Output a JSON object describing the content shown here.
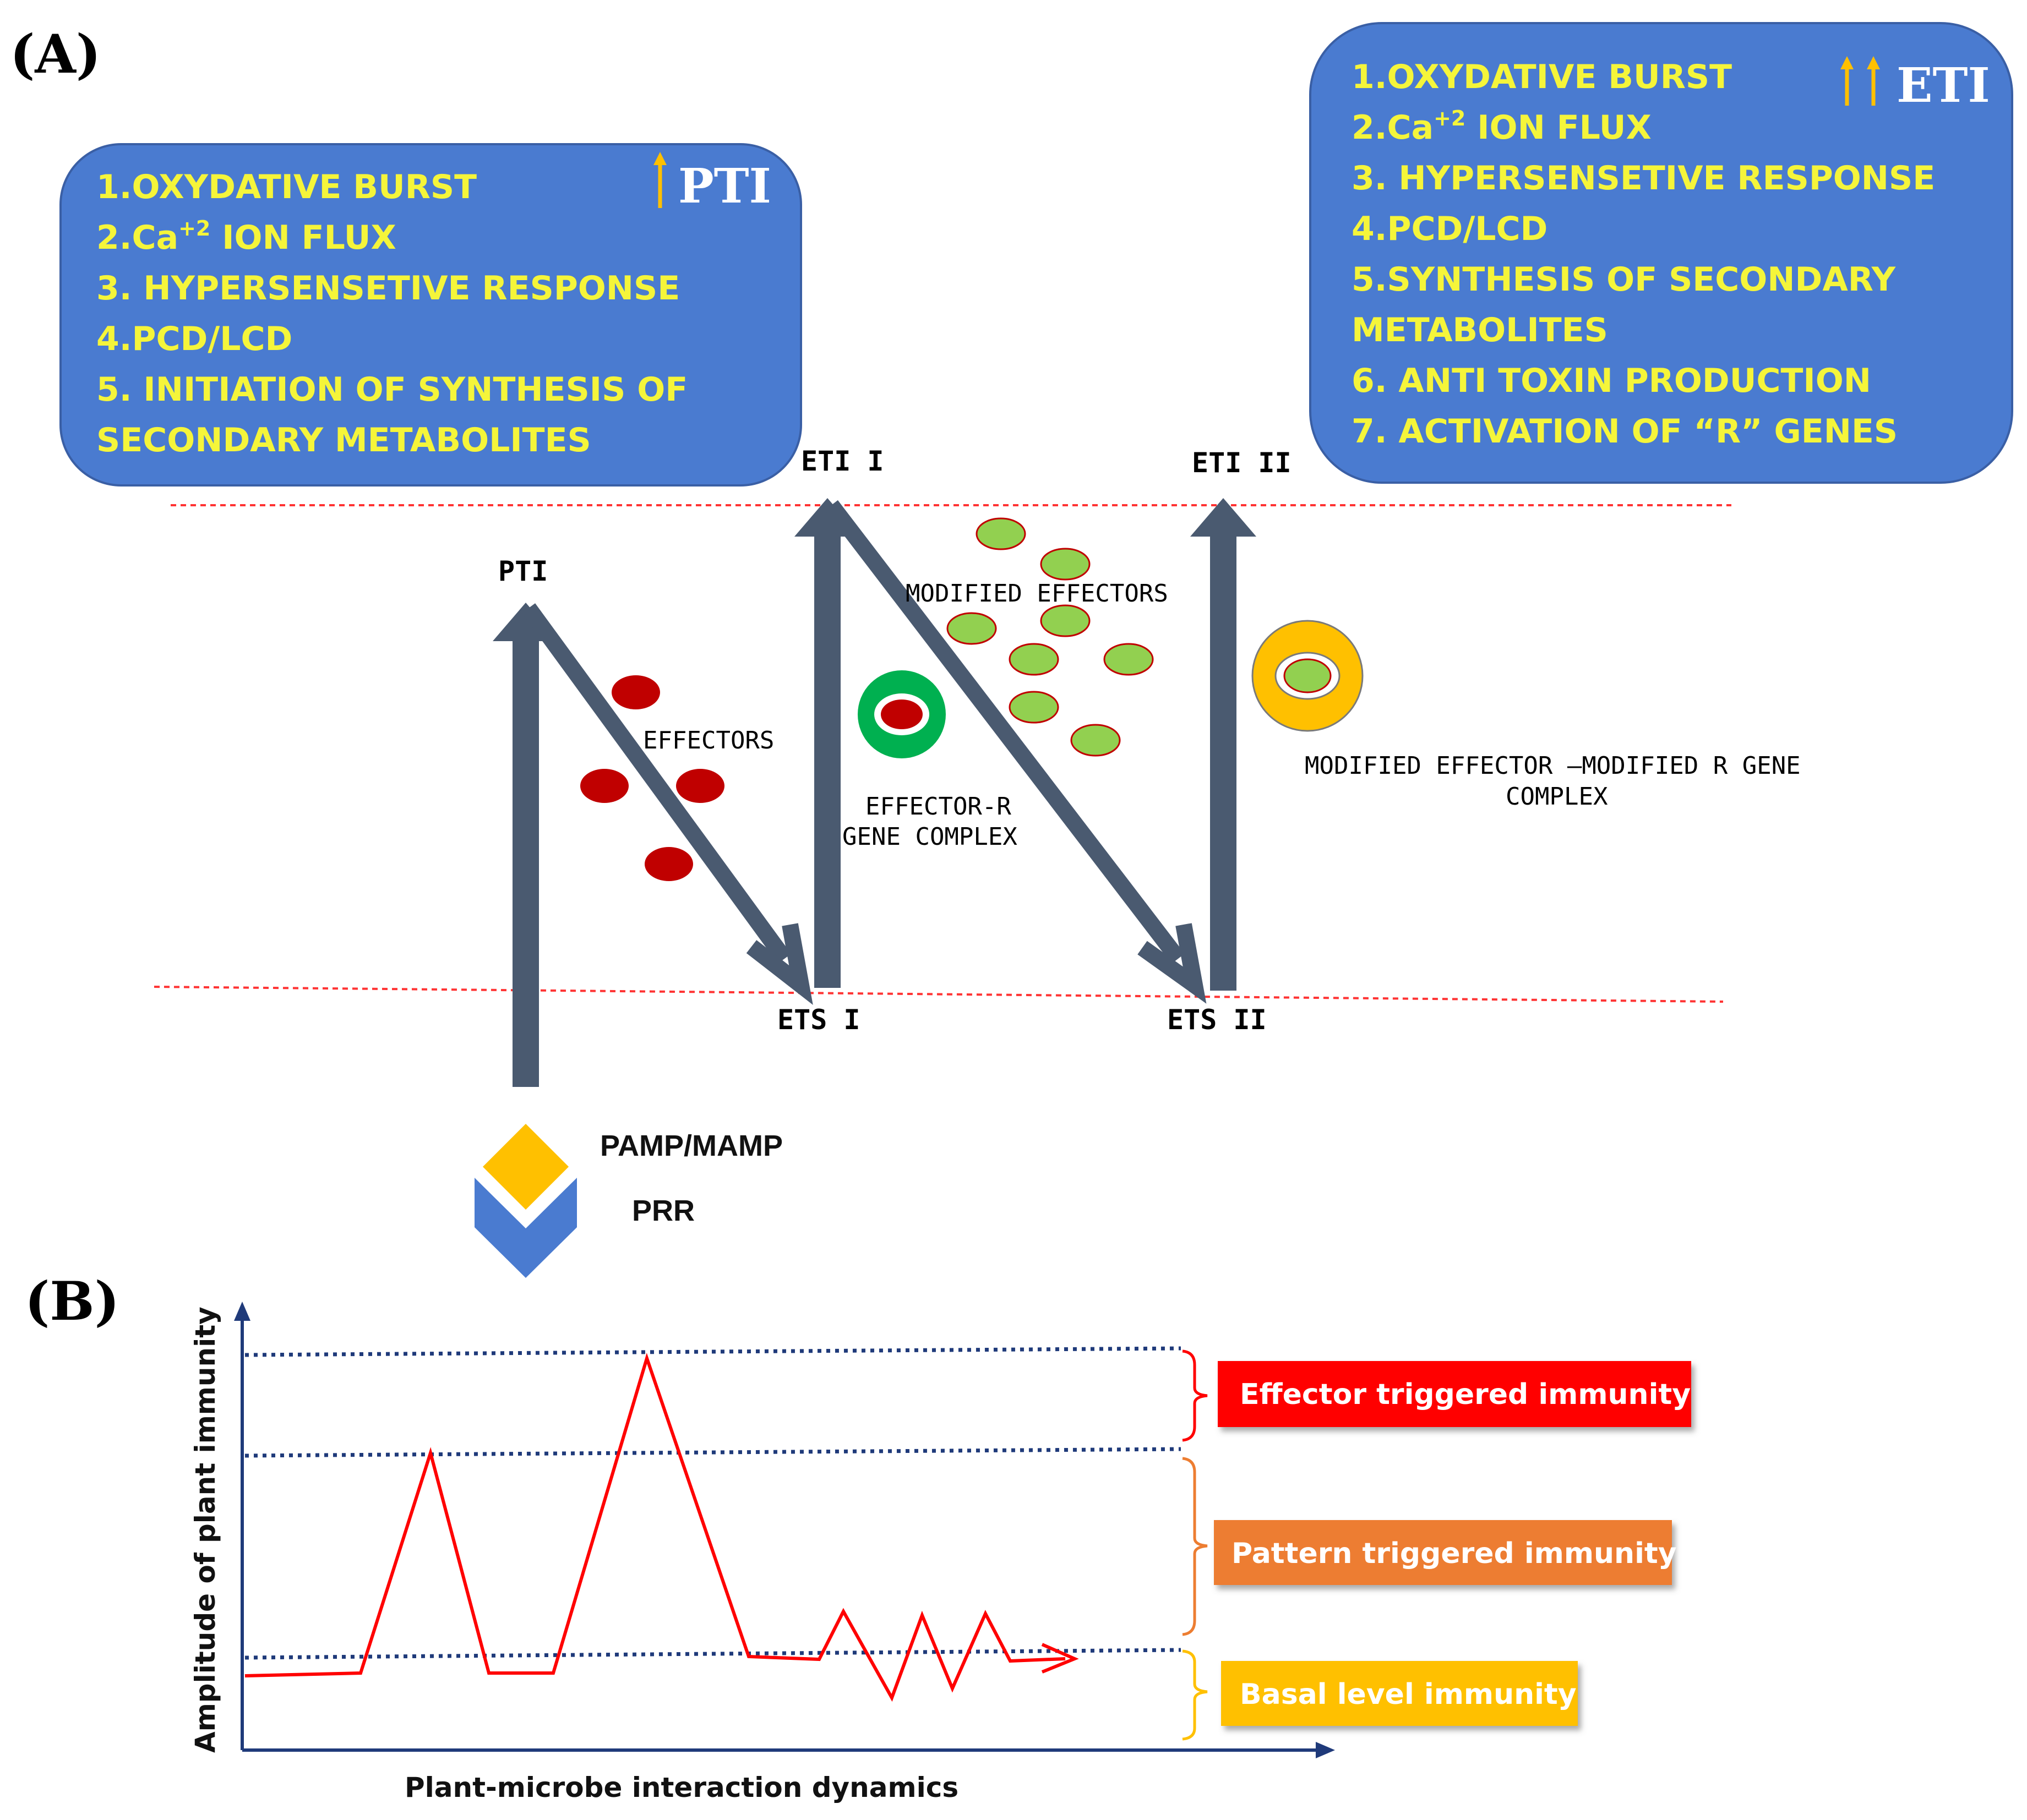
{
  "panel_a": {
    "label": "(A)",
    "pti_box": {
      "tag": "PTI",
      "lines": [
        {
          "text": "1.OXYDATIVE BURST"
        },
        {
          "text": "2.Ca",
          "sup": "+2",
          "rest": " ION FLUX"
        },
        {
          "text": "3. HYPERSENSETIVE  RESPONSE"
        },
        {
          "text": "4.PCD/LCD"
        },
        {
          "text": "5. INITIATION  OF  SYNTHESIS  OF"
        },
        {
          "text": "SECONDARY  METABOLITES"
        }
      ]
    },
    "eti_box": {
      "tag": "ETI",
      "lines": [
        {
          "text": "1.OXYDATIVE  BURST"
        },
        {
          "text": "2.Ca",
          "sup": "+2",
          "rest": " ION FLUX"
        },
        {
          "text": "3.  HYPERSENSETIVE  RESPONSE"
        },
        {
          "text": "4.PCD/LCD"
        },
        {
          "text": "5.SYNTHESIS  OF  SECONDARY"
        },
        {
          "text": "METABOLITES"
        },
        {
          "text": "6.  ANTI  TOXIN  PRODUCTION"
        },
        {
          "text": "7.  ACTIVATION  OF  “R”  GENES"
        }
      ]
    },
    "nodes": {
      "pti": "PTI",
      "eti1": "ETI I",
      "eti2": "ETI II",
      "ets1": "ETS I",
      "ets2": "ETS II"
    },
    "labels": {
      "effectors": "EFFECTORS",
      "modified_effectors": "MODIFIED  EFFECTORS",
      "effector_r_line1": "EFFECTOR-R",
      "effector_r_line2": "GENE  COMPLEX",
      "modified_complex_line1": "MODIFIED  EFFECTOR  –MODIFIED  R  GENE",
      "modified_complex_line2": "COMPLEX",
      "pamp": "PAMP/MAMP",
      "prr": "PRR"
    }
  },
  "panel_b": {
    "label": "(B)",
    "y_axis_title": "Amplitude of plant immunity",
    "x_axis_title": "Plant-microbe interaction dynamics",
    "legend": {
      "eti": "Effector triggered immunity",
      "pti": "Pattern triggered immunity",
      "basal": "Basal level immunity"
    }
  },
  "colors": {
    "box_blue": "#4a7bd0",
    "box_text": "#f5f53a",
    "arrow_gray": "#4a5a70",
    "effector_red": "#c00000",
    "modified_green": "#92d050",
    "complex_green": "#00b050",
    "complex_yellow": "#ffc000",
    "pamp_yellow": "#ffc000",
    "prr_blue": "#4a7bd0",
    "line_red": "#ff0000",
    "dotted_navy": "#1f3a7a",
    "eti_red": "#ff0000",
    "pti_orange": "#ed7d31",
    "basal_yellow": "#ffc000"
  }
}
